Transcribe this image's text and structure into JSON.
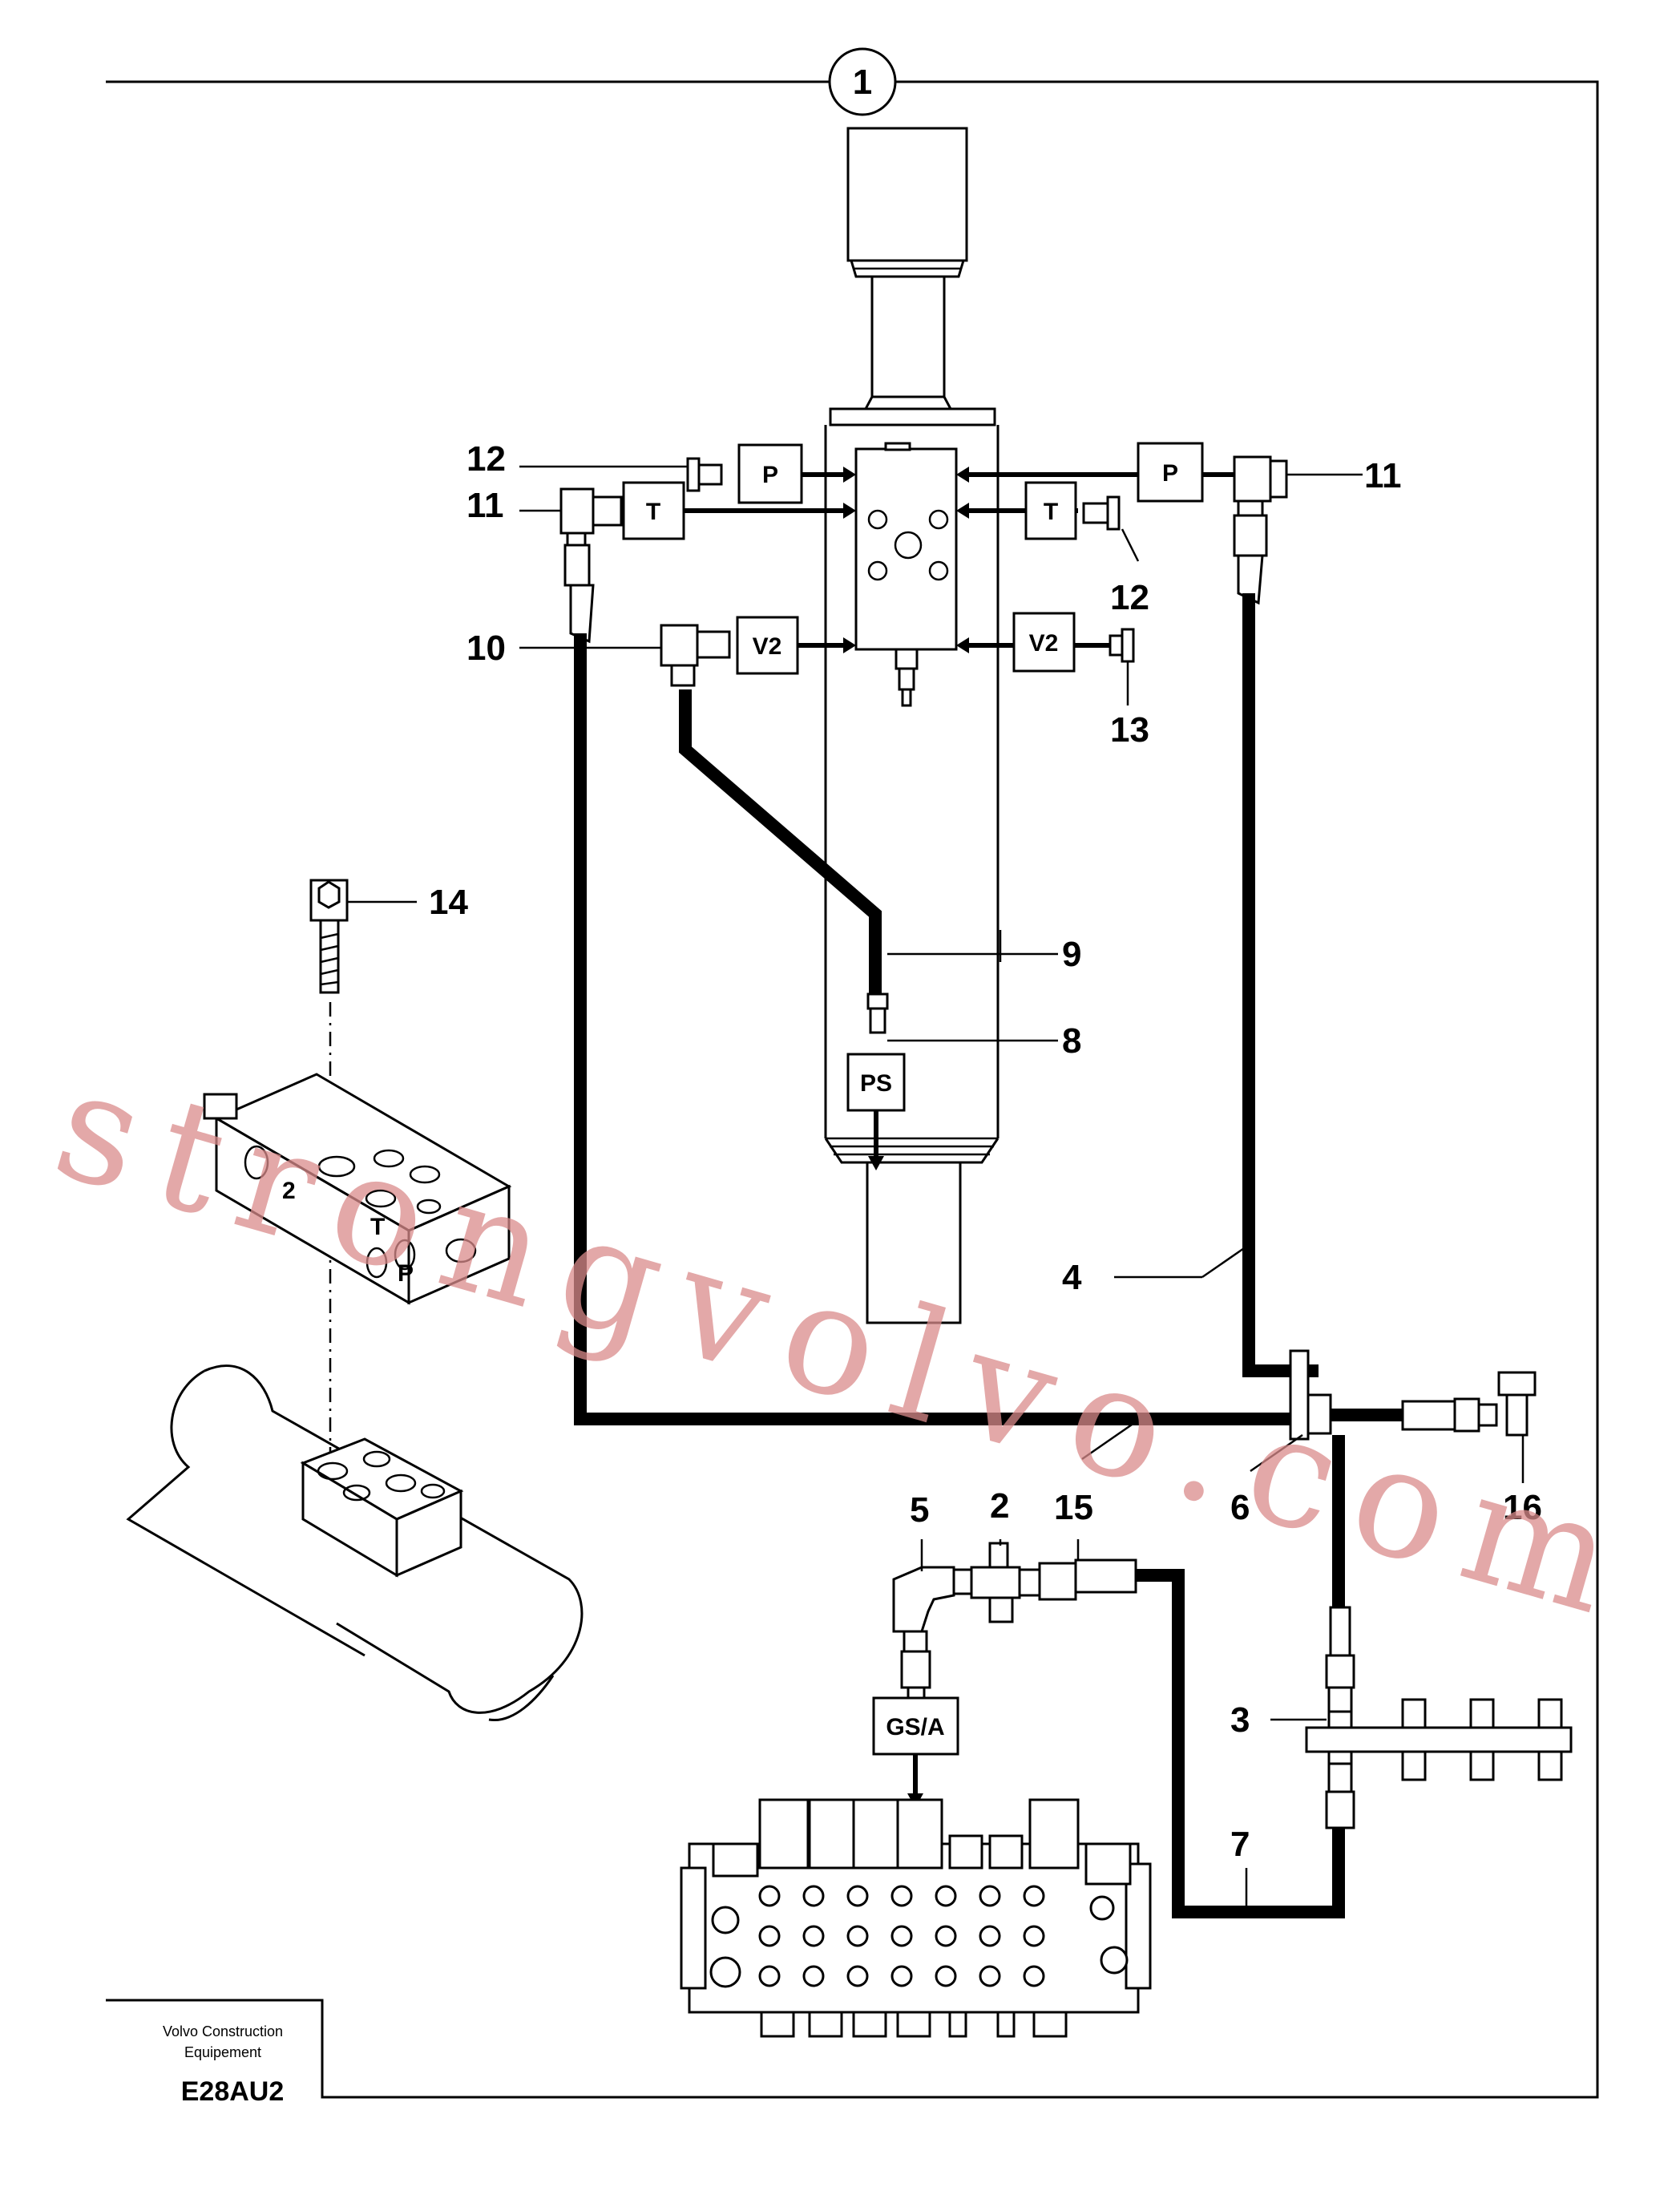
{
  "callouts": {
    "c1": "1",
    "c2": "2",
    "c3": "3",
    "c4": "4",
    "c5": "5",
    "c6": "6",
    "c7": "7",
    "c8": "8",
    "c9": "9",
    "c10": "10",
    "c11a": "11",
    "c11b": "11",
    "c12a": "12",
    "c12b": "12",
    "c13": "13",
    "c14": "14",
    "c15": "15",
    "c16": "16"
  },
  "ports": {
    "p_left": "P",
    "t_left": "T",
    "v2_left": "V2",
    "p_right": "P",
    "t_right": "T",
    "v2_right": "V2",
    "ps": "PS",
    "gsa": "GS/A",
    "block_t": "T",
    "block_p": "P",
    "block_2": "2"
  },
  "title_block": {
    "company_line1": "Volvo Construction",
    "company_line2": "Equipement",
    "code": "E28AU2"
  },
  "watermark": "strongvolvo.com"
}
